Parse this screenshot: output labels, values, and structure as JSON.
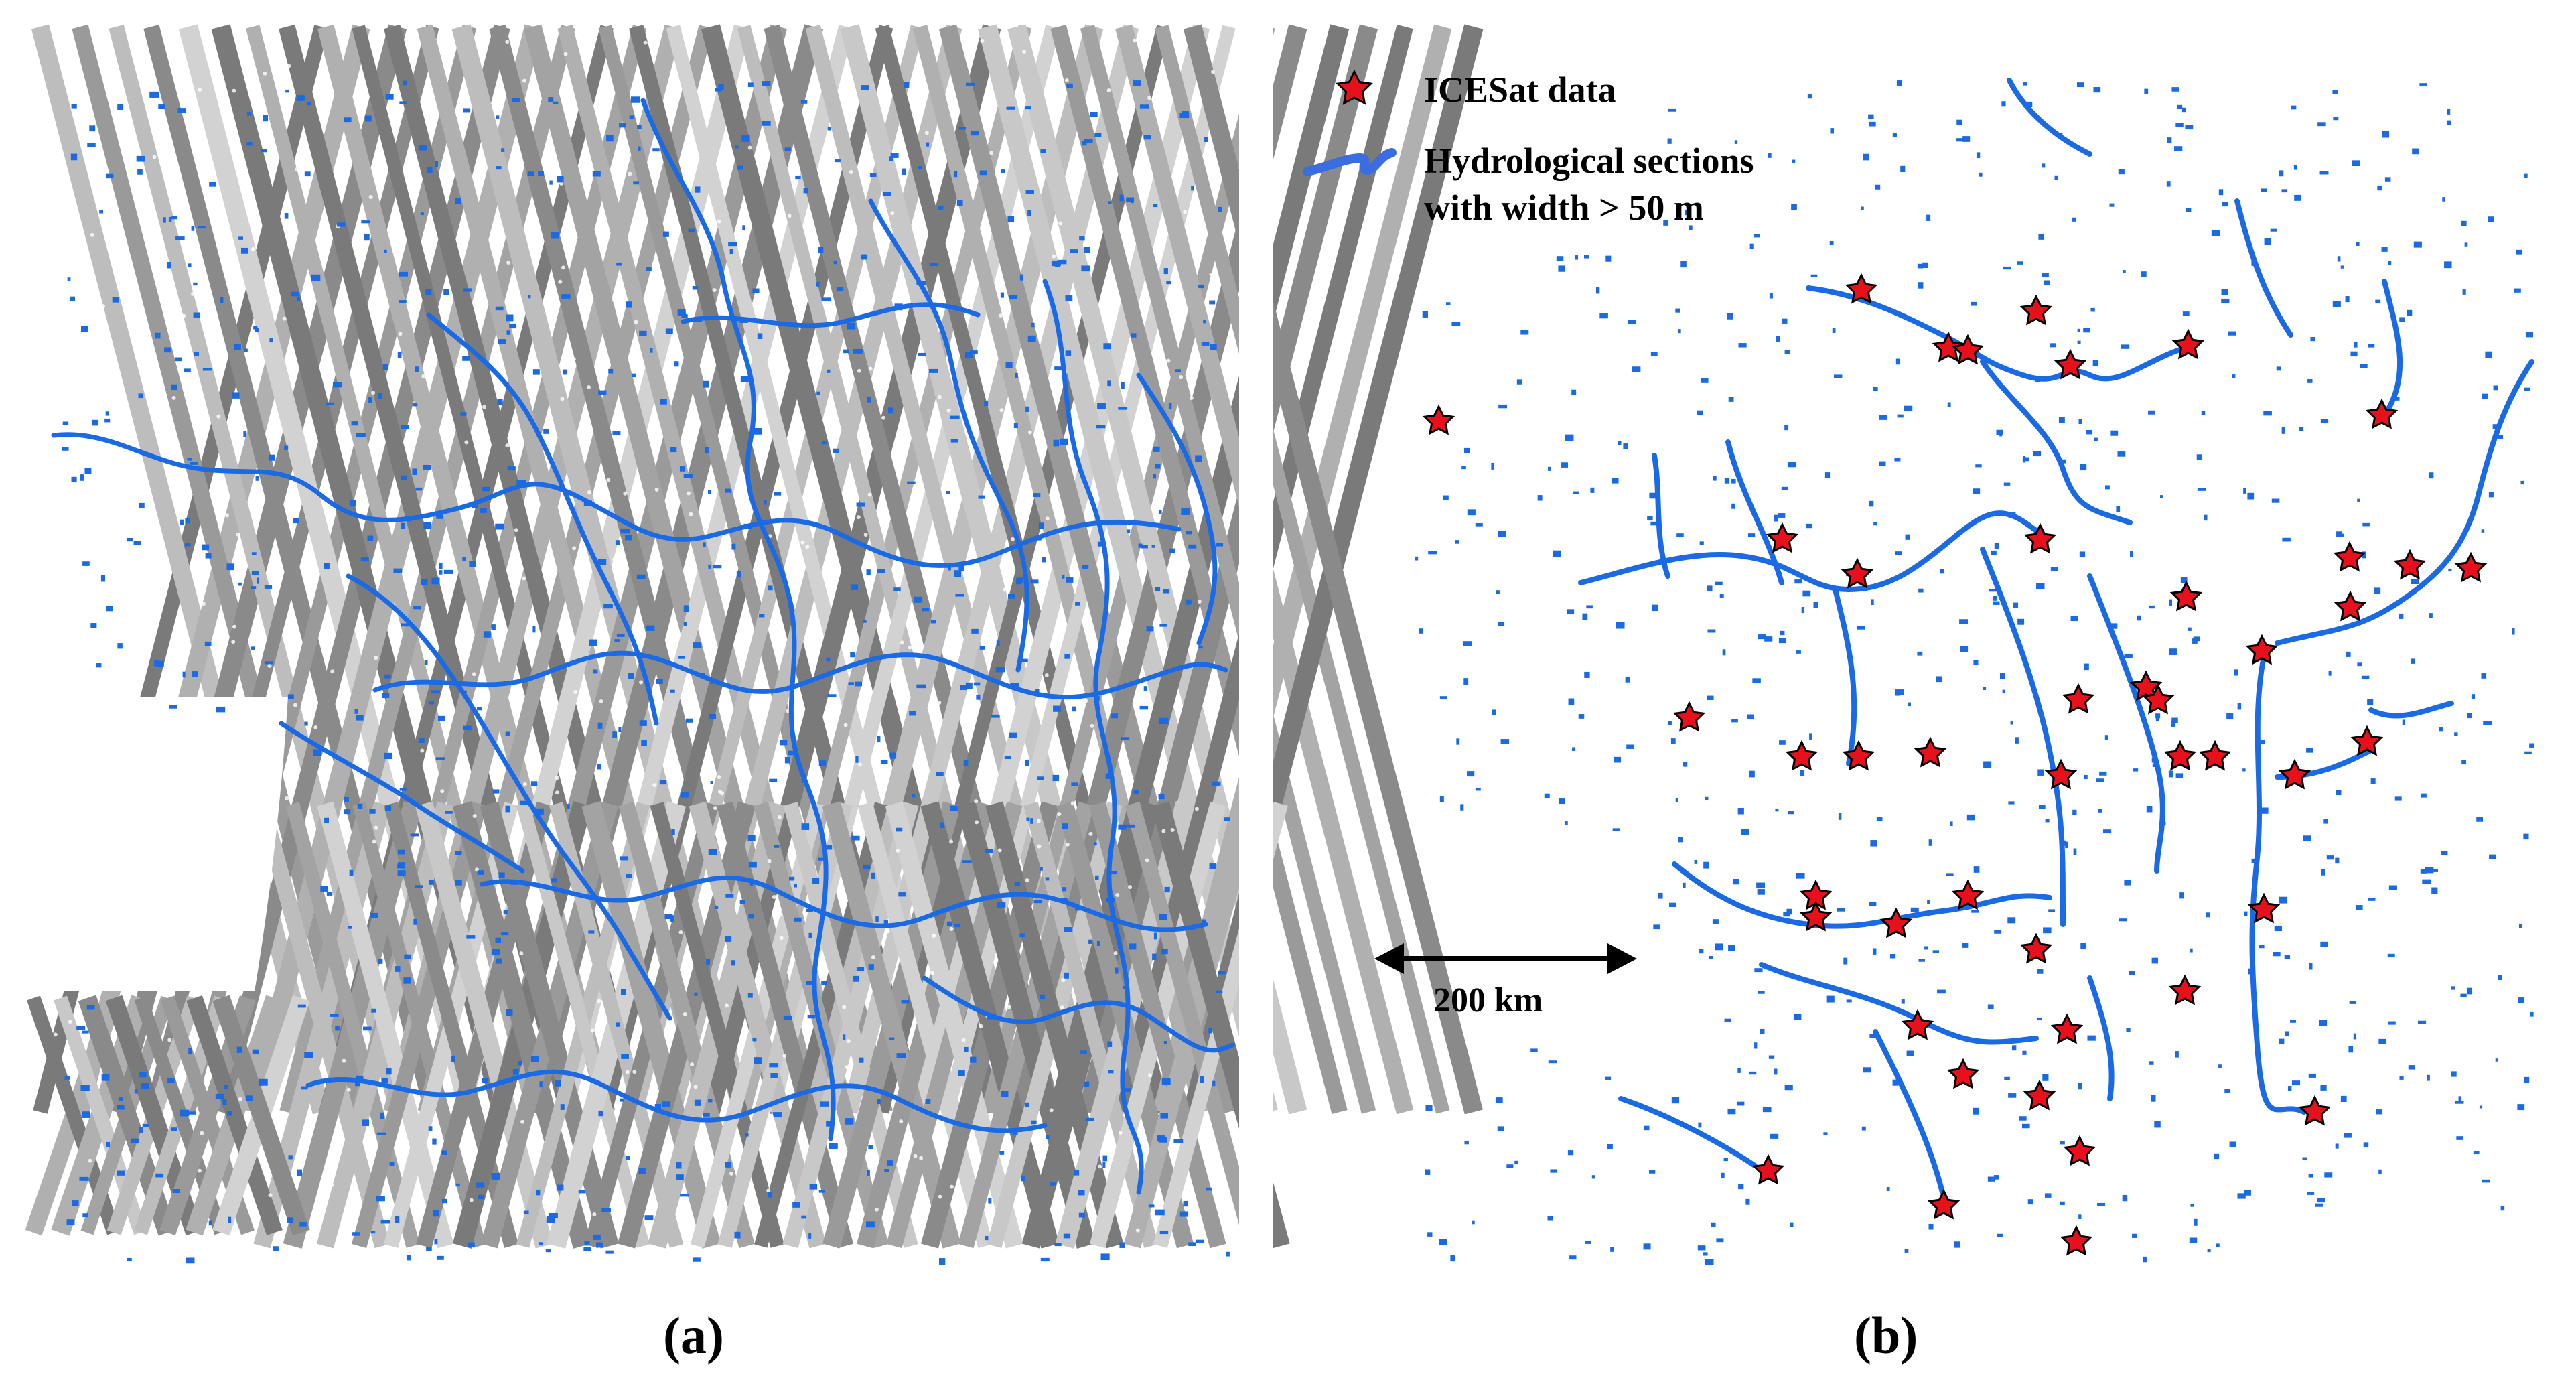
{
  "panels": [
    {
      "id": "a",
      "label": "(a)"
    },
    {
      "id": "b",
      "label": "(b)"
    }
  ],
  "legend": {
    "items": [
      {
        "symbol": "star-icon",
        "lines": [
          "ICESat data"
        ],
        "fill": "#e8101a",
        "stroke": "#000000"
      },
      {
        "symbol": "river-line-icon",
        "lines": [
          "Hydrological sections",
          "with width > 50 m"
        ],
        "color": "#1a6ae6"
      }
    ]
  },
  "scale_bar": {
    "label": "200 km"
  },
  "colors": {
    "river": "#1a6ae6",
    "track_light": "#c4c4c4",
    "track_dark": "#7c7c7c",
    "star_fill": "#e8101a",
    "star_stroke": "#000000"
  }
}
